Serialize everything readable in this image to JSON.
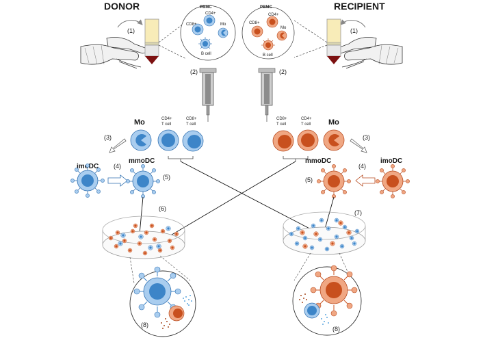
{
  "titles": {
    "donor": "DONOR",
    "recipient": "RECIPIENT"
  },
  "pbmc": {
    "donor": {
      "title": "PBMC",
      "cd4": "CD4+",
      "cd8": "CD8+",
      "mo": "Mo",
      "b": "B cell"
    },
    "recipient": {
      "title": "PBMC",
      "cd4": "CD4+",
      "cd8": "CD8+",
      "mo": "Mo",
      "b": "B cell"
    }
  },
  "steps": {
    "s1": "(1)",
    "s2": "(2)",
    "s3": "(3)",
    "s4": "(4)",
    "s5": "(5)",
    "s6": "(6)",
    "s7": "(7)",
    "s8": "(8)"
  },
  "cells": {
    "mo": "Mo",
    "cd4_line1": "CD4+",
    "cd8_line1": "CD8+",
    "line2": "T cell",
    "imodc": "imoDC",
    "mmodc": "mmoDC"
  },
  "colors": {
    "blue_fill": "#a9cdef",
    "blue_nucleus": "#3d85c8",
    "blue_stroke": "#2f6fb0",
    "orange_fill": "#f0a783",
    "orange_nucleus": "#c8501e",
    "orange_stroke": "#b6481c",
    "blood_plasma": "#f8ecb8",
    "blood_red": "#7c1010"
  }
}
